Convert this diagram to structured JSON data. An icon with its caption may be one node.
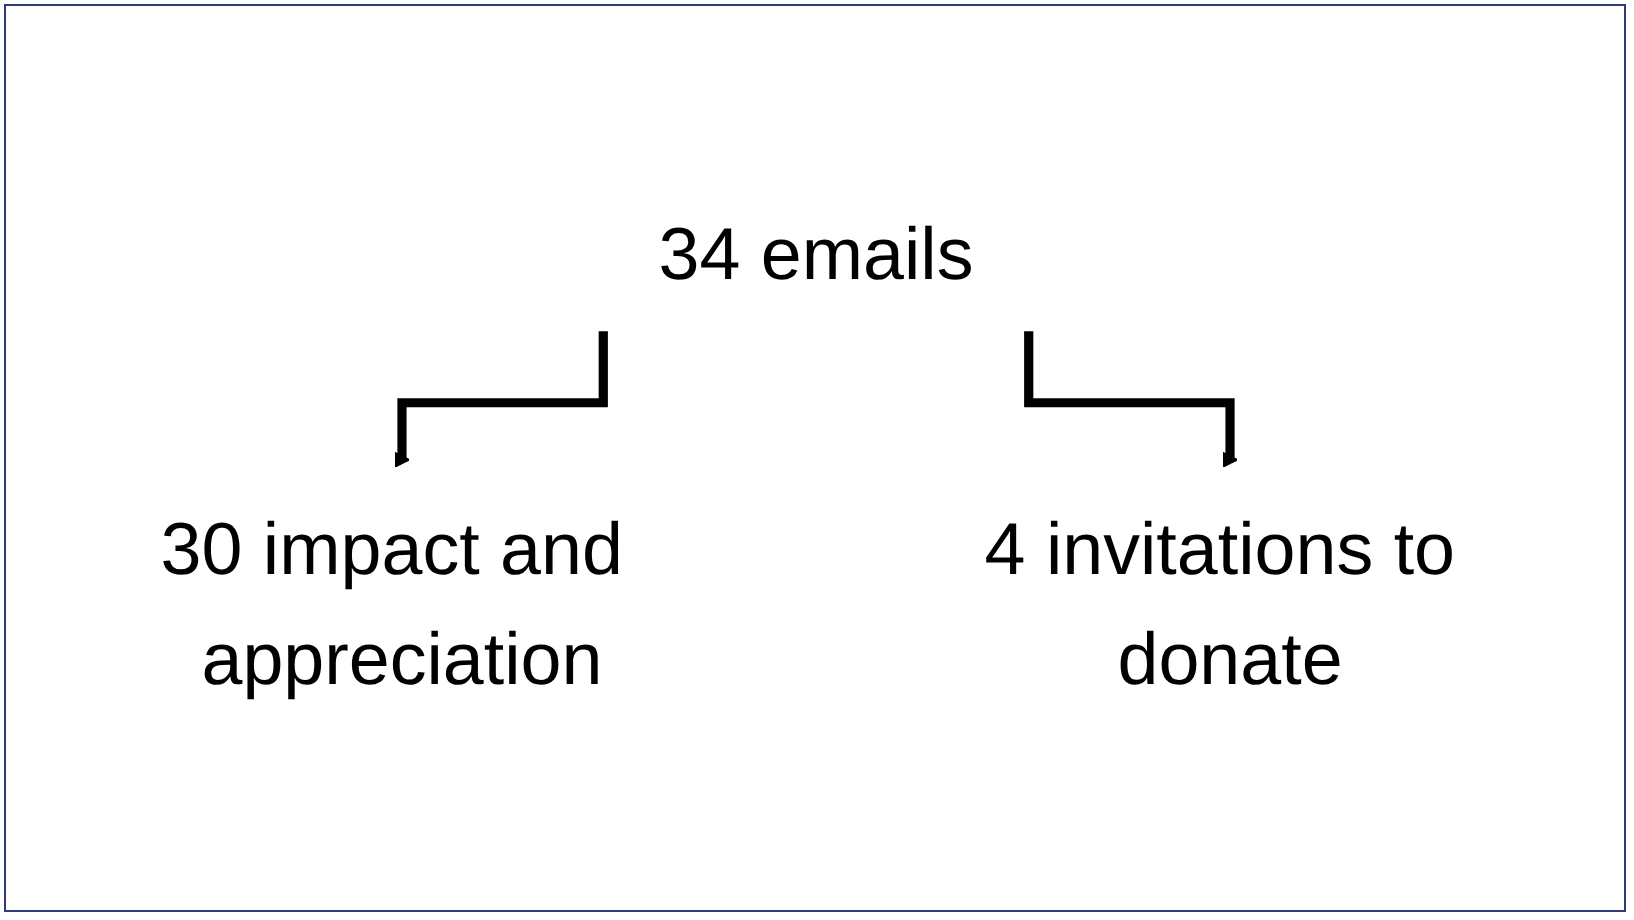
{
  "diagram": {
    "nodes": [
      {
        "text": [
          "34 emails"
        ]
      },
      {
        "text": [
          "30 impact and appreciation"
        ]
      },
      {
        "text": [
          "4 invitations to donate"
        ]
      }
    ],
    "edges": [
      {
        "from": 0,
        "to": 1,
        "arrow": "to"
      },
      {
        "from": 0,
        "to": 2,
        "arrow": "to"
      }
    ]
  }
}
